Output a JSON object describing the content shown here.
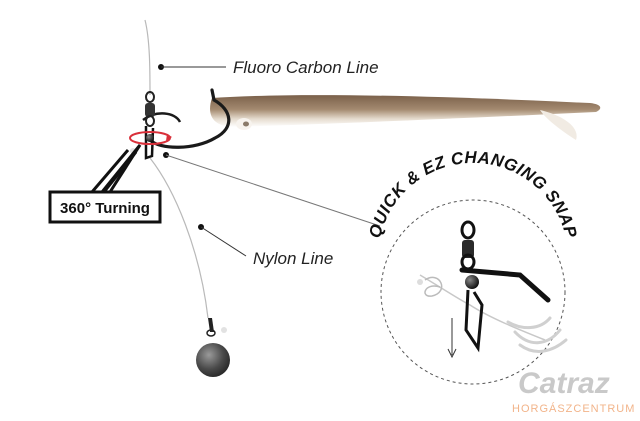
{
  "labels": {
    "fluoro": "Fluoro Carbon Line",
    "nylon": "Nylon Line",
    "turning": "360° Turning",
    "snap_arc": "QUICK & EZ CHANGING SNAP"
  },
  "logo": {
    "name": "Catraz",
    "subtitle": "HORGÁSZCENTRUM"
  },
  "colors": {
    "fish_top": "#8b7158",
    "fish_belly": "#f3ede6",
    "line": "#b9b9b9",
    "hook": "#1a1a1a",
    "ring": "#d9303a",
    "logo": "#c9c9c9",
    "logo_accent": "#f2b48a"
  }
}
